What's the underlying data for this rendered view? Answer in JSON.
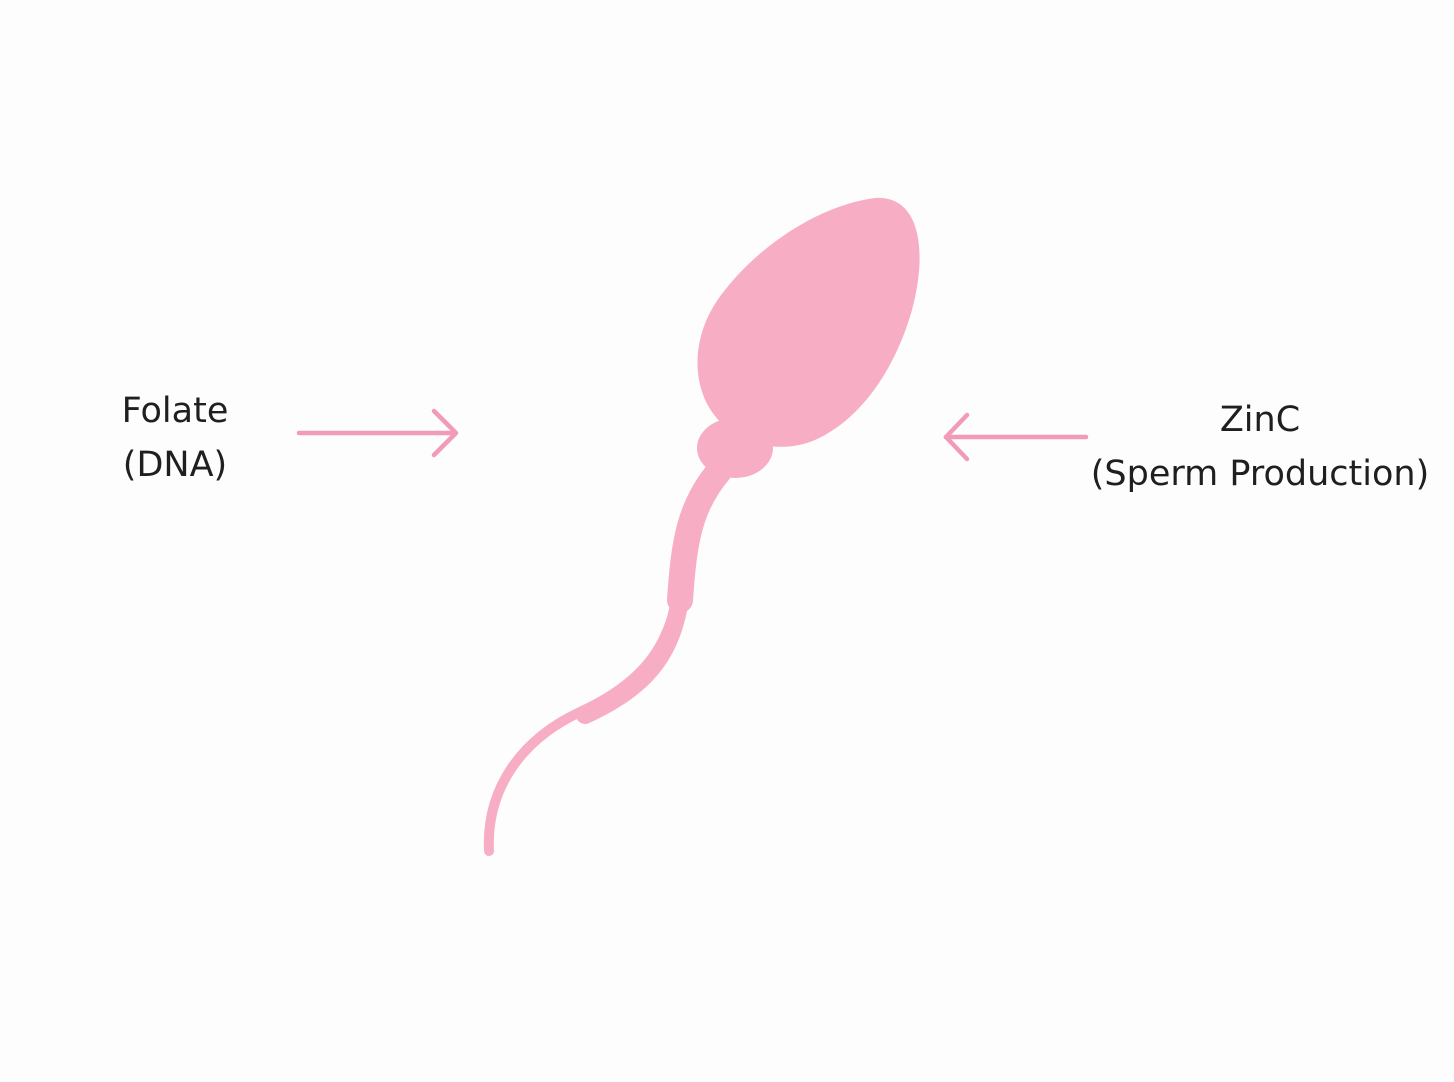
{
  "colors": {
    "background": "#fdfdfd",
    "cell": "#f7aec5",
    "arrow": "#f29bb9",
    "text": "#1f1f1f"
  },
  "cell_icon": "sperm-cell",
  "left_label": {
    "name": "Folate",
    "detail": "(DNA)"
  },
  "right_label": {
    "name": "ZinC",
    "detail": "(Sperm Production)"
  }
}
